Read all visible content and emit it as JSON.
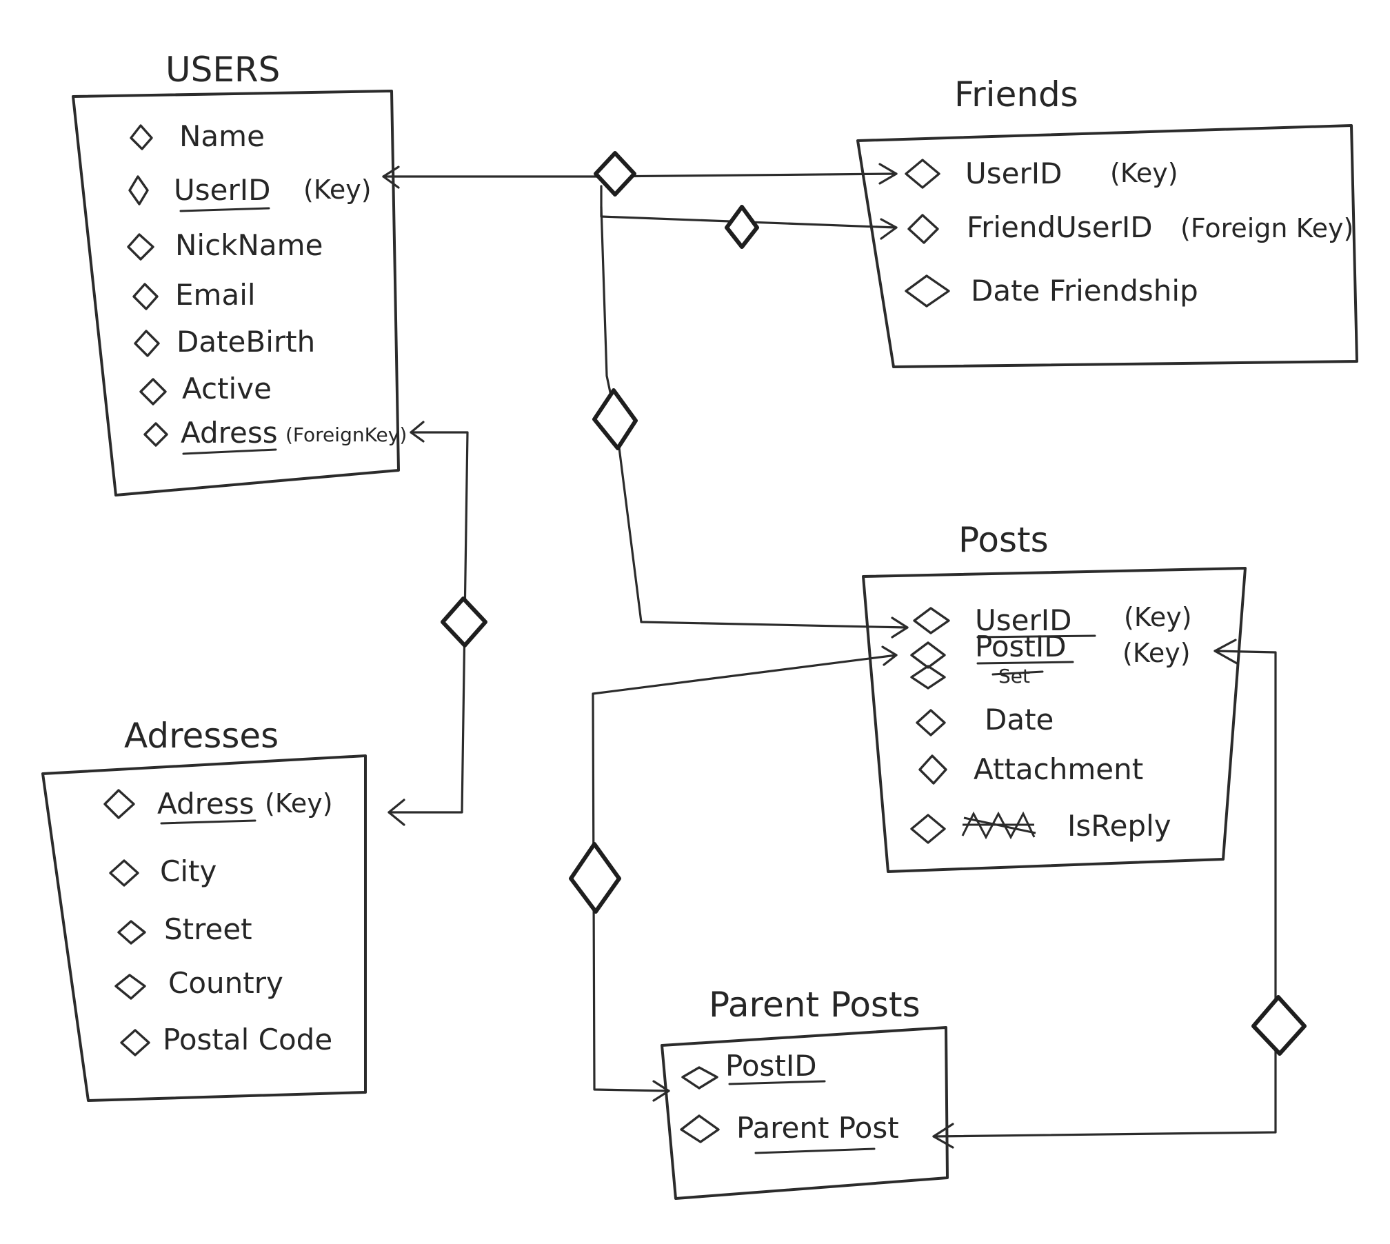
{
  "entities": {
    "users": {
      "title": "USERS",
      "attributes": [
        "Name",
        "UserID",
        "NickName",
        "Email",
        "DateBirth",
        "Active",
        "Adress"
      ],
      "notes": {
        "userid": "(Key)",
        "adress": "(ForeignKey)"
      }
    },
    "friends": {
      "title": "Friends",
      "attributes": [
        "UserID",
        "FriendUserID",
        "Date Friendship"
      ],
      "notes": {
        "userid": "(Key)",
        "frienduserid": "(Foreign Key)"
      }
    },
    "posts": {
      "title": "Posts",
      "attributes": [
        "UserID",
        "PostID",
        "Date",
        "Attachment",
        "IsReply"
      ],
      "notes": {
        "userid": "(Key)",
        "postid": "(Key)",
        "postid_sub": "Set"
      }
    },
    "adresses": {
      "title": "Adresses",
      "attributes": [
        "Adress",
        "City",
        "Street",
        "Country",
        "Postal Code"
      ],
      "notes": {
        "adress": "(Key)"
      }
    },
    "parent_posts": {
      "title": "Parent Posts",
      "attributes": [
        "PostID",
        "Parent Post"
      ]
    }
  }
}
